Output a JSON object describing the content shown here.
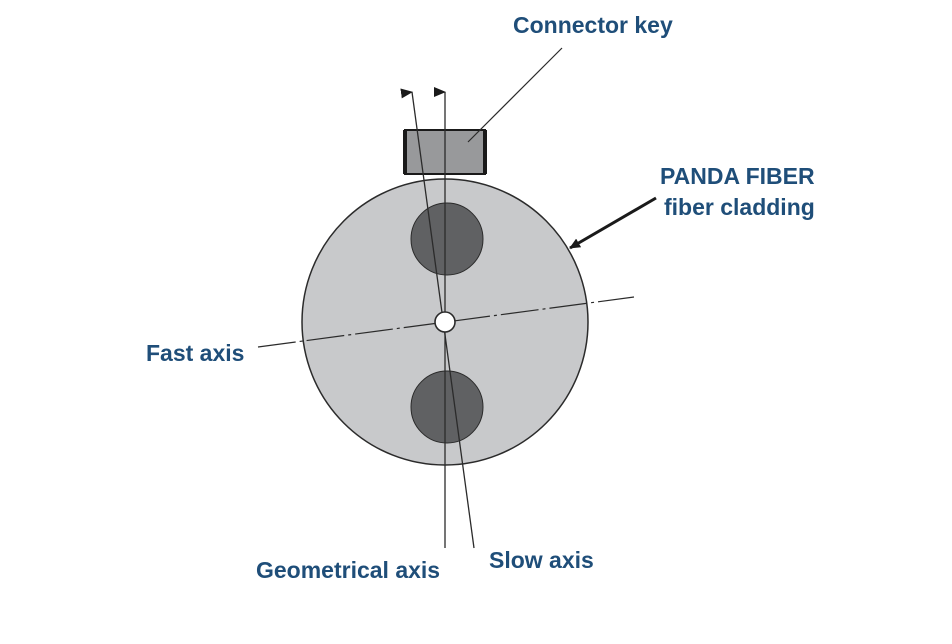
{
  "labels": {
    "connector_key": "Connector key",
    "panda_fiber": "PANDA FIBER",
    "fiber_cladding": "fiber cladding",
    "fast_axis": "Fast axis",
    "geometrical_axis": "Geometrical axis",
    "slow_axis": "Slow axis"
  },
  "colors": {
    "label_text": "#1f4e79",
    "cladding_fill": "#c8c9cb",
    "stress_rod_fill": "#606163",
    "connector_key_fill": "#98999b",
    "line": "#2b2b2b"
  }
}
